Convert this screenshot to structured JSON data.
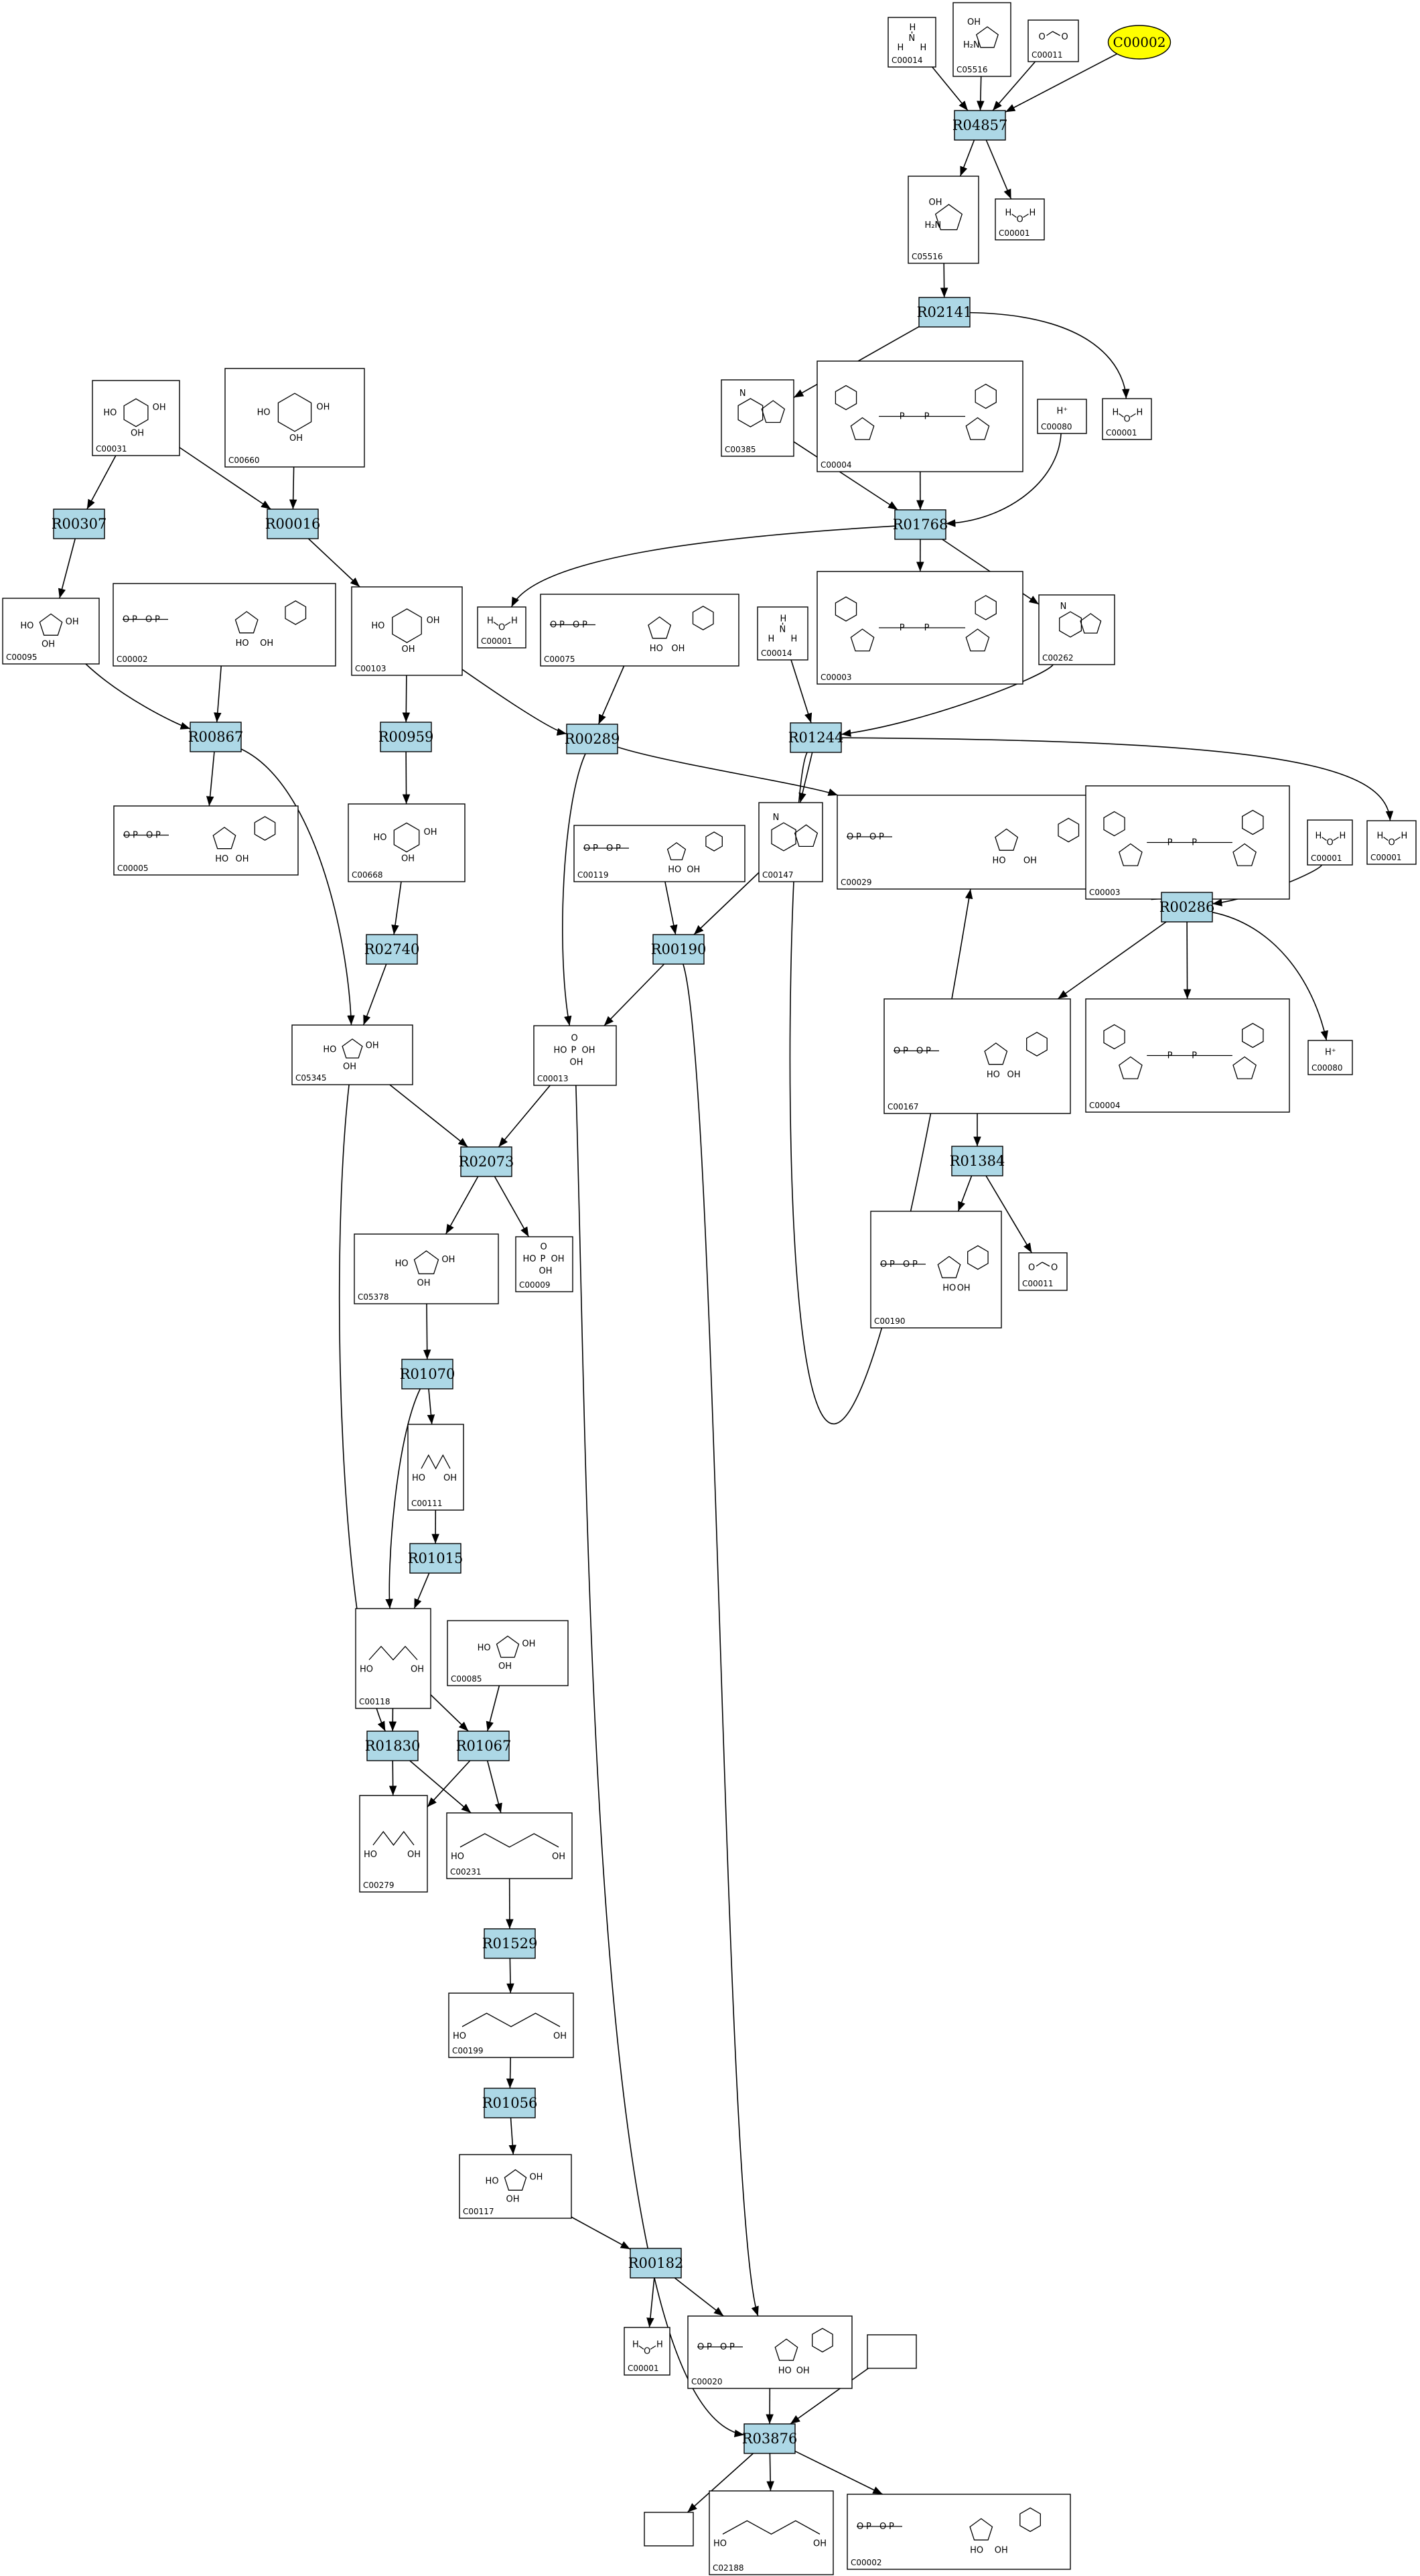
{
  "reactions": [
    {
      "id": "R04857",
      "label": "R04857"
    },
    {
      "id": "R02141",
      "label": "R02141"
    },
    {
      "id": "R01768",
      "label": "R01768"
    },
    {
      "id": "R00307",
      "label": "R00307"
    },
    {
      "id": "R00016",
      "label": "R00016"
    },
    {
      "id": "R00867",
      "label": "R00867"
    },
    {
      "id": "R00959",
      "label": "R00959"
    },
    {
      "id": "R00289",
      "label": "R00289"
    },
    {
      "id": "R01244",
      "label": "R01244"
    },
    {
      "id": "R00286",
      "label": "R00286"
    },
    {
      "id": "R00190",
      "label": "R00190"
    },
    {
      "id": "R02740",
      "label": "R02740"
    },
    {
      "id": "R01384",
      "label": "R01384"
    },
    {
      "id": "R02073",
      "label": "R02073"
    },
    {
      "id": "R01070",
      "label": "R01070"
    },
    {
      "id": "R01015",
      "label": "R01015"
    },
    {
      "id": "R01830",
      "label": "R01830"
    },
    {
      "id": "R01067",
      "label": "R01067"
    },
    {
      "id": "R01529",
      "label": "R01529"
    },
    {
      "id": "R01056",
      "label": "R01056"
    },
    {
      "id": "R00182",
      "label": "R00182"
    },
    {
      "id": "R03876",
      "label": "R03876"
    }
  ],
  "compounds": [
    {
      "id": "n1",
      "label": "C00014",
      "glyph": "nh3"
    },
    {
      "id": "n2",
      "label": "C05516",
      "glyph": "small"
    },
    {
      "id": "n3",
      "label": "C00011",
      "glyph": "co2"
    },
    {
      "id": "n4",
      "label": "C05516",
      "glyph": "small"
    },
    {
      "id": "n5",
      "label": "C00001",
      "glyph": "water"
    },
    {
      "id": "n6",
      "label": "C00385",
      "glyph": "ring"
    },
    {
      "id": "n7",
      "label": "C00004",
      "glyph": "dinuc"
    },
    {
      "id": "n8",
      "label": "C00080",
      "glyph": "proton"
    },
    {
      "id": "n9",
      "label": "C00001",
      "glyph": "water"
    },
    {
      "id": "n10",
      "label": "C00031",
      "glyph": "sugar"
    },
    {
      "id": "n11",
      "label": "C00660",
      "glyph": "sugar"
    },
    {
      "id": "n12",
      "label": "C00001",
      "glyph": "water"
    },
    {
      "id": "n13",
      "label": "C00075",
      "glyph": "nucleotide"
    },
    {
      "id": "n14",
      "label": "C00003",
      "glyph": "dinuc"
    },
    {
      "id": "n15",
      "label": "C00014",
      "glyph": "nh3"
    },
    {
      "id": "n16",
      "label": "C00262",
      "glyph": "ring"
    },
    {
      "id": "n17",
      "label": "C00095",
      "glyph": "furanose"
    },
    {
      "id": "n18",
      "label": "C00002",
      "glyph": "nucleotide"
    },
    {
      "id": "n19",
      "label": "C00103",
      "glyph": "sugar"
    },
    {
      "id": "n20",
      "label": "C00005",
      "glyph": "nucleotide"
    },
    {
      "id": "n21",
      "label": "C00668",
      "glyph": "sugar"
    },
    {
      "id": "n22",
      "label": "C00119",
      "glyph": "nucleotide"
    },
    {
      "id": "n23",
      "label": "C00147",
      "glyph": "ring"
    },
    {
      "id": "n24",
      "label": "C00029",
      "glyph": "nucleotide"
    },
    {
      "id": "n25",
      "label": "C00003",
      "glyph": "dinuc"
    },
    {
      "id": "n26",
      "label": "C00001",
      "glyph": "water"
    },
    {
      "id": "n27",
      "label": "C00001",
      "glyph": "water"
    },
    {
      "id": "n28",
      "label": "C05345",
      "glyph": "furanose"
    },
    {
      "id": "n29",
      "label": "C00013",
      "glyph": "phosphate"
    },
    {
      "id": "n30",
      "label": "C00167",
      "glyph": "nucleotide"
    },
    {
      "id": "n31",
      "label": "C00004",
      "glyph": "dinuc"
    },
    {
      "id": "n32",
      "label": "C00080",
      "glyph": "proton"
    },
    {
      "id": "n33",
      "label": "C05378",
      "glyph": "furanose"
    },
    {
      "id": "n34",
      "label": "C00009",
      "glyph": "phosphate"
    },
    {
      "id": "n35",
      "label": "C00190",
      "glyph": "nucleotide"
    },
    {
      "id": "n36",
      "label": "C00011",
      "glyph": "co2"
    },
    {
      "id": "n37",
      "label": "C00111",
      "glyph": "chain"
    },
    {
      "id": "n38",
      "label": "C00118",
      "glyph": "chain"
    },
    {
      "id": "n39",
      "label": "C00085",
      "glyph": "furanose"
    },
    {
      "id": "n40",
      "label": "C00279",
      "glyph": "chain"
    },
    {
      "id": "n41",
      "label": "C00231",
      "glyph": "chain"
    },
    {
      "id": "n42",
      "label": "C00199",
      "glyph": "chain"
    },
    {
      "id": "n43",
      "label": "C00117",
      "glyph": "furanose"
    },
    {
      "id": "n44",
      "label": "C00001",
      "glyph": "water"
    },
    {
      "id": "n45",
      "label": "C00020",
      "glyph": "nucleotide"
    },
    {
      "id": "n46",
      "label": "",
      "glyph": "empty"
    },
    {
      "id": "n47",
      "label": "",
      "glyph": "empty"
    },
    {
      "id": "n48",
      "label": "C02188",
      "glyph": "chain"
    },
    {
      "id": "n49",
      "label": "C00002",
      "glyph": "nucleotide"
    }
  ],
  "highlight": {
    "label": "C00002",
    "color": "#ffff00"
  },
  "colors": {
    "reaction_fill": "#add8e6",
    "compound_fill": "#ffffff",
    "edge": "#000000"
  }
}
